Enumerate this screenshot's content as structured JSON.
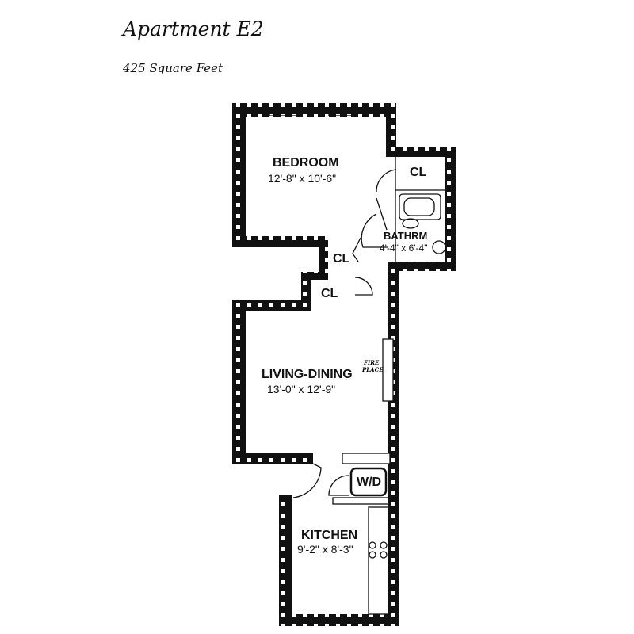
{
  "header": {
    "title": "Apartment E2",
    "area": "425 Square Feet"
  },
  "rooms": {
    "bedroom": {
      "name": "BEDROOM",
      "dims": "12'-8\" x 10'-6\""
    },
    "bathroom": {
      "name": "BATHRM",
      "dims": "4'-4\" x 6'-4\""
    },
    "closet_bedroom": {
      "name": "CL"
    },
    "closet_hall": {
      "name": "CL"
    },
    "closet_living": {
      "name": "CL"
    },
    "living": {
      "name": "LIVING-DINING",
      "dims": "13'-0\" x 12'-9\""
    },
    "kitchen": {
      "name": "KITCHEN",
      "dims": "9'-2\" x 8'-3\""
    },
    "washer_dryer": {
      "name": "W/D"
    },
    "fireplace": {
      "line1": "FIRE",
      "line2": "PLACE"
    }
  }
}
